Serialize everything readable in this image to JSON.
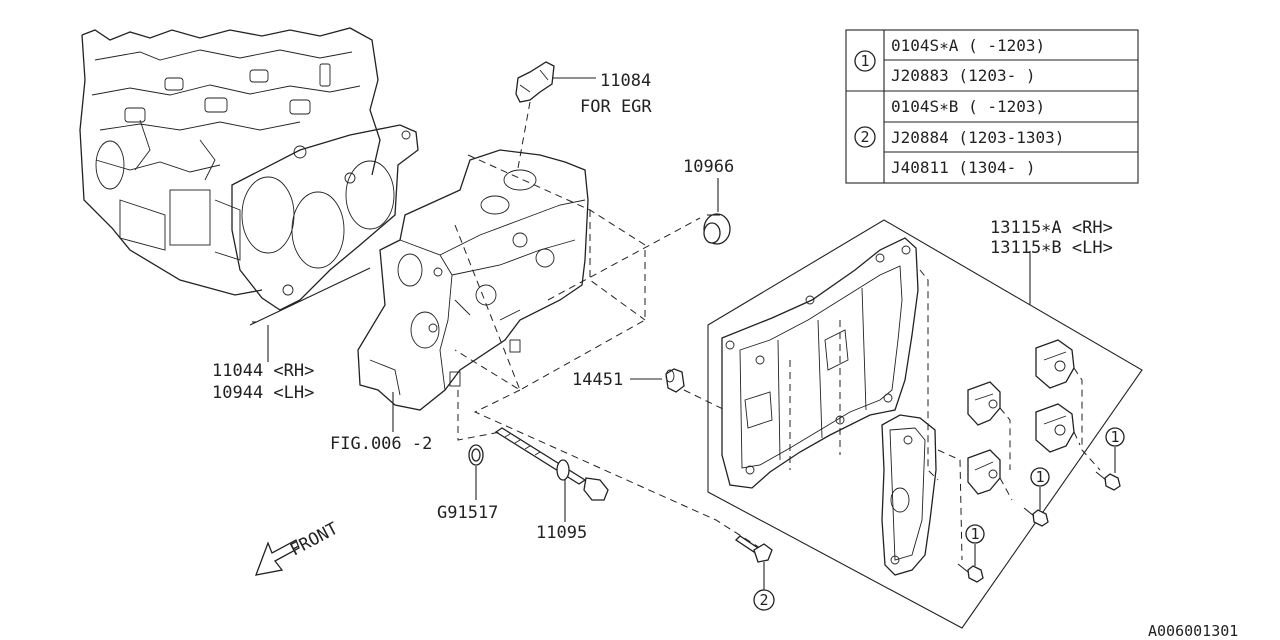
{
  "parts": {
    "egr": "11084",
    "egr_note": "FOR EGR",
    "plug": "10966",
    "cover_a": "13115∗A <RH>",
    "cover_b": "13115∗B <LH>",
    "head_rh": "11044 <RH>",
    "head_lh": "10944 <LH>",
    "fitting": "14451",
    "fig_ref": "FIG.006 -2",
    "ring": "G91517",
    "bolt": "11095",
    "front": "FRONT",
    "diagram_id": "A006001301"
  },
  "markers": {
    "one": "1",
    "two": "2"
  },
  "table": {
    "rows": [
      {
        "ref": "1",
        "entries": [
          "0104S∗A ( -1203)",
          "J20883 (1203- )"
        ]
      },
      {
        "ref": "2",
        "entries": [
          "0104S∗B ( -1203)",
          "J20884 (1203-1303)",
          "J40811 (1304- )"
        ]
      }
    ]
  }
}
